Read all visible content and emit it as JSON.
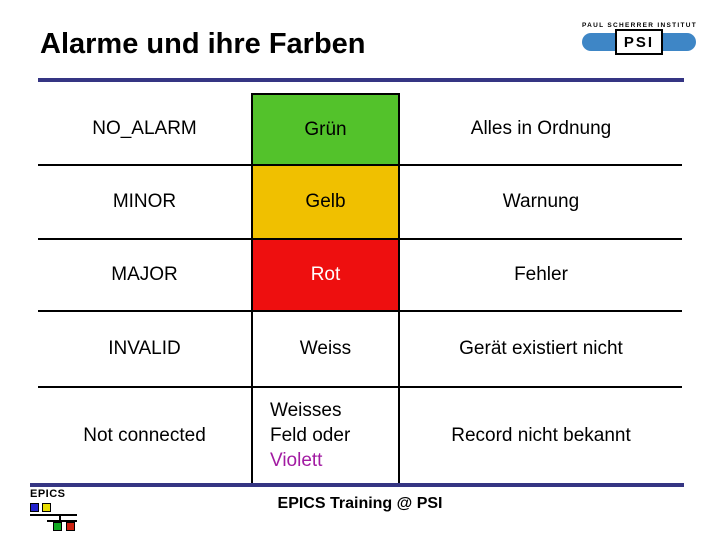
{
  "slide": {
    "title": "Alarme und ihre Farben",
    "footer": "EPICS Training @ PSI"
  },
  "psi_logo": {
    "institute": "PAUL SCHERRER INSTITUT",
    "acronym": "PSI"
  },
  "epics_logo": {
    "label": "EPICS"
  },
  "colors": {
    "rule": "#353583",
    "violett_text": "#A21BA2",
    "psi_bar": "#3E86C6",
    "epics_blue": "#2222CC",
    "epics_yellow": "#E8DD00",
    "epics_green": "#11AA22",
    "epics_red": "#CC2211"
  },
  "table": {
    "rows": [
      {
        "state": "NO_ALARM",
        "color_label": "Grün",
        "color_bg": "#53C22B",
        "color_text": "#000000",
        "meaning": "Alles in Ordnung"
      },
      {
        "state": "MINOR",
        "color_label": "Gelb",
        "color_bg": "#F0C000",
        "color_text": "#000000",
        "meaning": "Warnung"
      },
      {
        "state": "MAJOR",
        "color_label": "Rot",
        "color_bg": "#EE0F0F",
        "color_text": "#FFFFFF",
        "meaning": "Fehler"
      },
      {
        "state": "INVALID",
        "color_label": "Weiss",
        "color_bg": "#FFFFFF",
        "color_text": "#000000",
        "meaning": "Gerät existiert nicht"
      },
      {
        "state": "Not connected",
        "color_bg": "#FFFFFF",
        "lines": [
          "Weisses",
          "Feld oder",
          "Violett"
        ],
        "meaning": "Record nicht bekannt"
      }
    ]
  }
}
